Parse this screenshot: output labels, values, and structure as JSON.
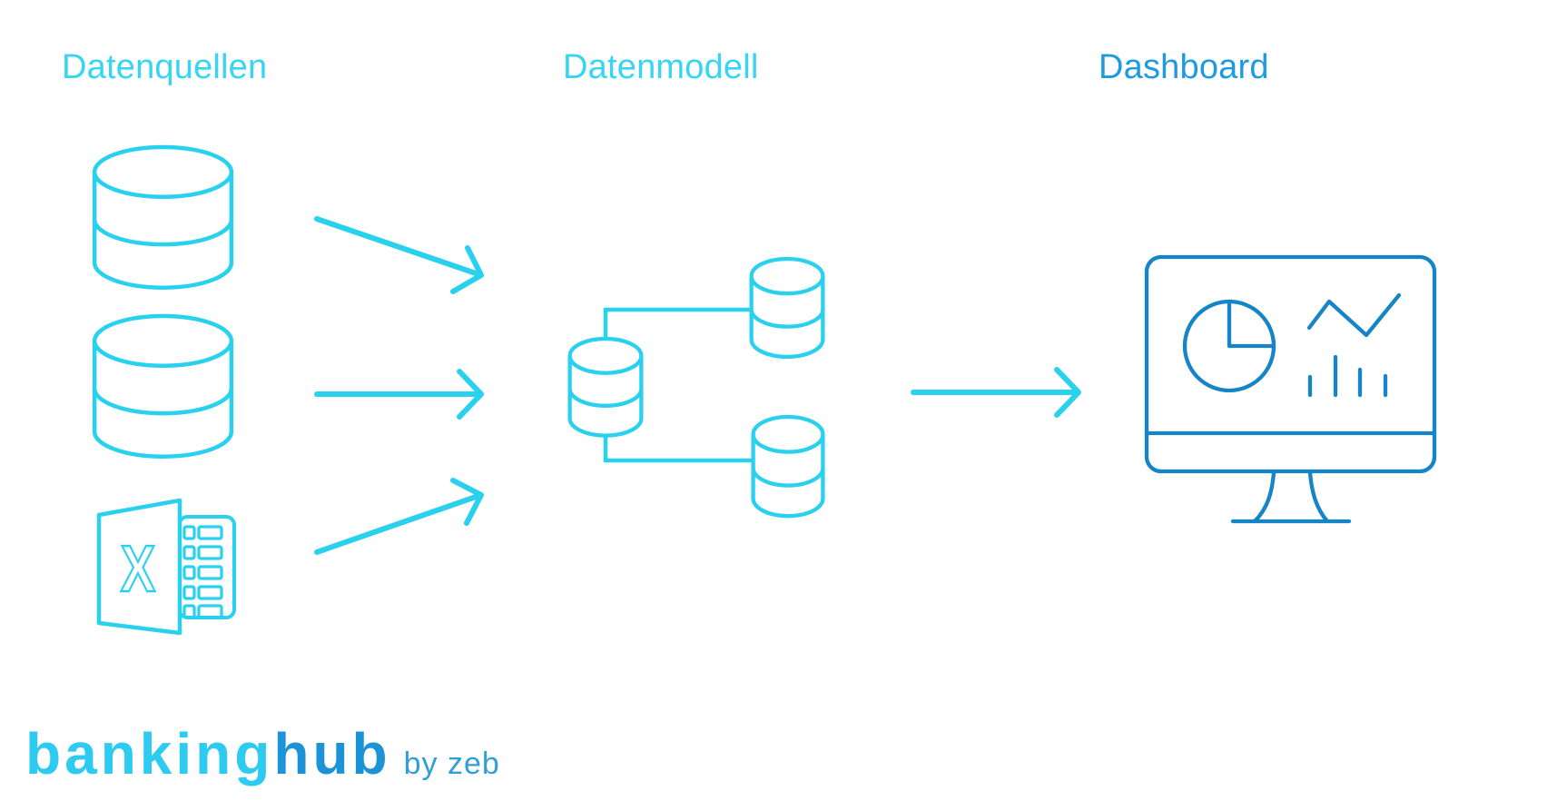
{
  "columns": [
    {
      "label": "Datenquellen"
    },
    {
      "label": "Datenmodell"
    },
    {
      "label": "Dashboard"
    }
  ],
  "sources": {
    "excel_letter": "X"
  },
  "logo": {
    "wordmark_primary": "banking",
    "wordmark_secondary": "hub",
    "byline": "by zeb"
  },
  "colors": {
    "bg": "#ffffff",
    "cyan": "#29d1ee",
    "title-cyan": "#38d5f2",
    "blue": "#1585c8",
    "title-blue": "#1e9be0",
    "logo-cyan": "#2ecbf0",
    "logo-blue": "#1b93d6",
    "byline-blue": "#2f9fd6"
  }
}
